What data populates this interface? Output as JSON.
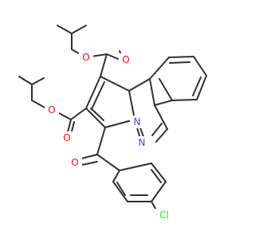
{
  "atoms": {
    "o_ester1_single": "O",
    "o_ester1_carbonyl": "O",
    "o_ester2_single": "O",
    "o_ester2_carbonyl": "O",
    "n_bridge": "N",
    "n_ring": "N",
    "o_ketone": "O",
    "cl": "Cl"
  },
  "colors": {
    "bond": "#303030",
    "oxygen": "#ff0d0d",
    "nitrogen": "#3050f8",
    "chlorine": "#1ff01f"
  }
}
